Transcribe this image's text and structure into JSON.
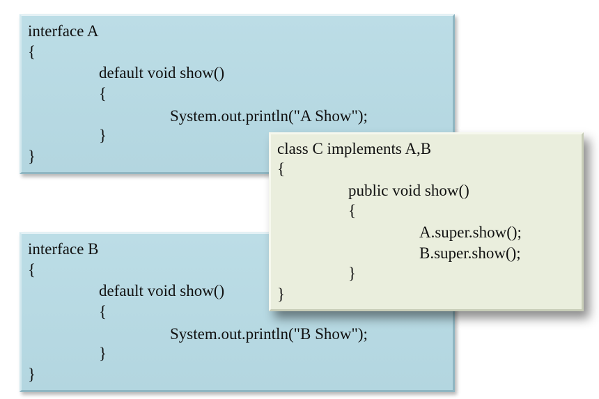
{
  "interface_a": {
    "lines": [
      "interface A",
      "{",
      "default void show()",
      "{",
      "System.out.println(\"A Show\");",
      "}",
      "}"
    ]
  },
  "interface_b": {
    "lines": [
      "interface B",
      "{",
      "default void show()",
      "{",
      "System.out.println(\"B Show\");",
      "}",
      "}"
    ]
  },
  "class_c": {
    "lines": [
      "class C implements A,B",
      "{",
      "public void show()",
      "{",
      "A.super.show();",
      "B.super.show();",
      "}",
      "}"
    ]
  },
  "colors": {
    "interface_box": "#b8dae3",
    "class_box": "#eaeedd",
    "text": "#111111"
  }
}
